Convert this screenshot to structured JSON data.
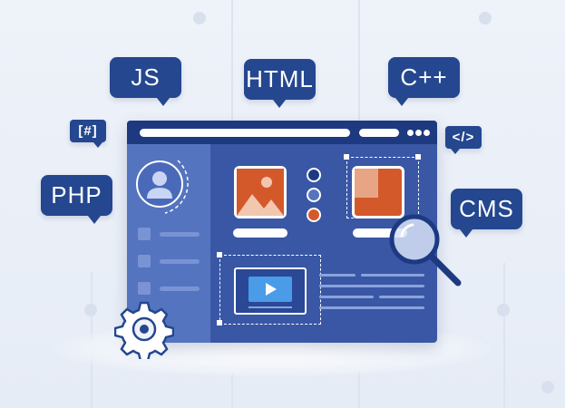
{
  "labels": {
    "js": "JS",
    "html": "HTML",
    "cpp": "C++",
    "hash": "[#]",
    "code": "</>",
    "php": "PHP",
    "cms": "CMS"
  },
  "colors": {
    "bubble": "#24478f",
    "browser": "#3957a5",
    "topbar": "#1d3a80",
    "sidebar": "#5574bf",
    "accent_orange": "#d4592a",
    "accent_peach": "#e8a586",
    "video": "#4a9be8"
  },
  "icons": [
    "user-icon",
    "image-icon",
    "video-play-icon",
    "magnifier-icon",
    "gear-icon"
  ]
}
